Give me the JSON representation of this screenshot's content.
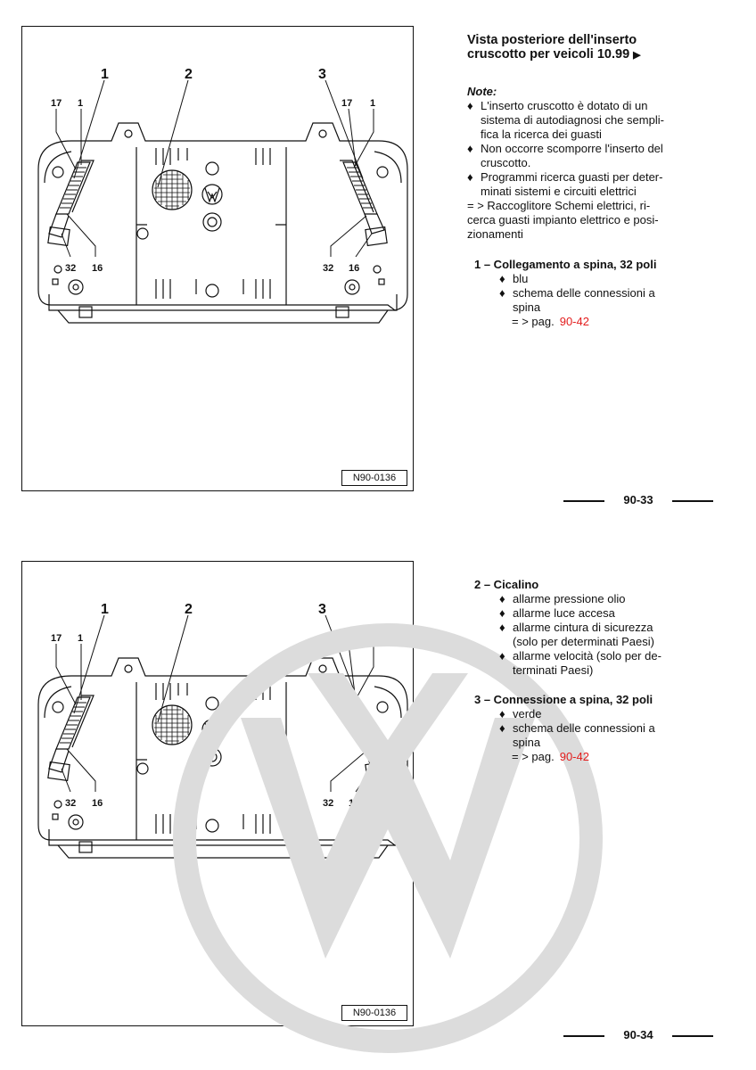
{
  "figure": {
    "id_label": "N90-0136",
    "callouts": {
      "c1": "1",
      "c2": "2",
      "c3": "3",
      "l17": "17",
      "l1": "1",
      "r17": "17",
      "r1": "1",
      "l32": "32",
      "l16": "16",
      "r32": "32",
      "r16": "16"
    }
  },
  "page1": {
    "title_line1": "Vista posteriore dell'inserto",
    "title_line2": "cruscotto per veicoli 10.99",
    "note_head": "Note:",
    "notes": [
      [
        "L'inserto cruscotto è dotato di un",
        "sistema di autodiagnosi che sempli-",
        "fica la ricerca dei guasti"
      ],
      [
        "Non occorre scomporre l'inserto del",
        "cruscotto."
      ],
      [
        "Programmi ricerca guasti per deter-",
        "minati sistemi e circuiti elettrici"
      ]
    ],
    "ref_lines": [
      "= > Raccoglitore Schemi elettrici, ri-",
      "cerca guasti impianto elettrico e posi-",
      "zionamenti"
    ],
    "item1": {
      "head": "1 – Collegamento a spina, 32 poli",
      "sub1": "blu",
      "sub2a": "schema delle connessioni a",
      "sub2b": "spina",
      "ref_text": "= > pag.",
      "ref_page": "90-42"
    },
    "page_number": "90-33"
  },
  "page2": {
    "item2": {
      "head": "2 – Cicalino",
      "subs": [
        [
          "allarme pressione olio"
        ],
        [
          "allarme luce accesa"
        ],
        [
          "allarme cintura di sicurezza",
          "(solo per determinati Paesi)"
        ],
        [
          "allarme velocità (solo per de-",
          "terminati Paesi)"
        ]
      ]
    },
    "item3": {
      "head": "3 – Connessione a spina, 32 poli",
      "sub1": "verde",
      "sub2a": "schema delle connessioni a",
      "sub2b": "spina",
      "ref_text": "= > pag.",
      "ref_page": "90-42"
    },
    "page_number": "90-34"
  },
  "symbols": {
    "bullet": "♦",
    "arrow": "▶"
  },
  "colors": {
    "link": "#e31d1d",
    "ink": "#111111",
    "watermark": "#d8d8d8"
  }
}
